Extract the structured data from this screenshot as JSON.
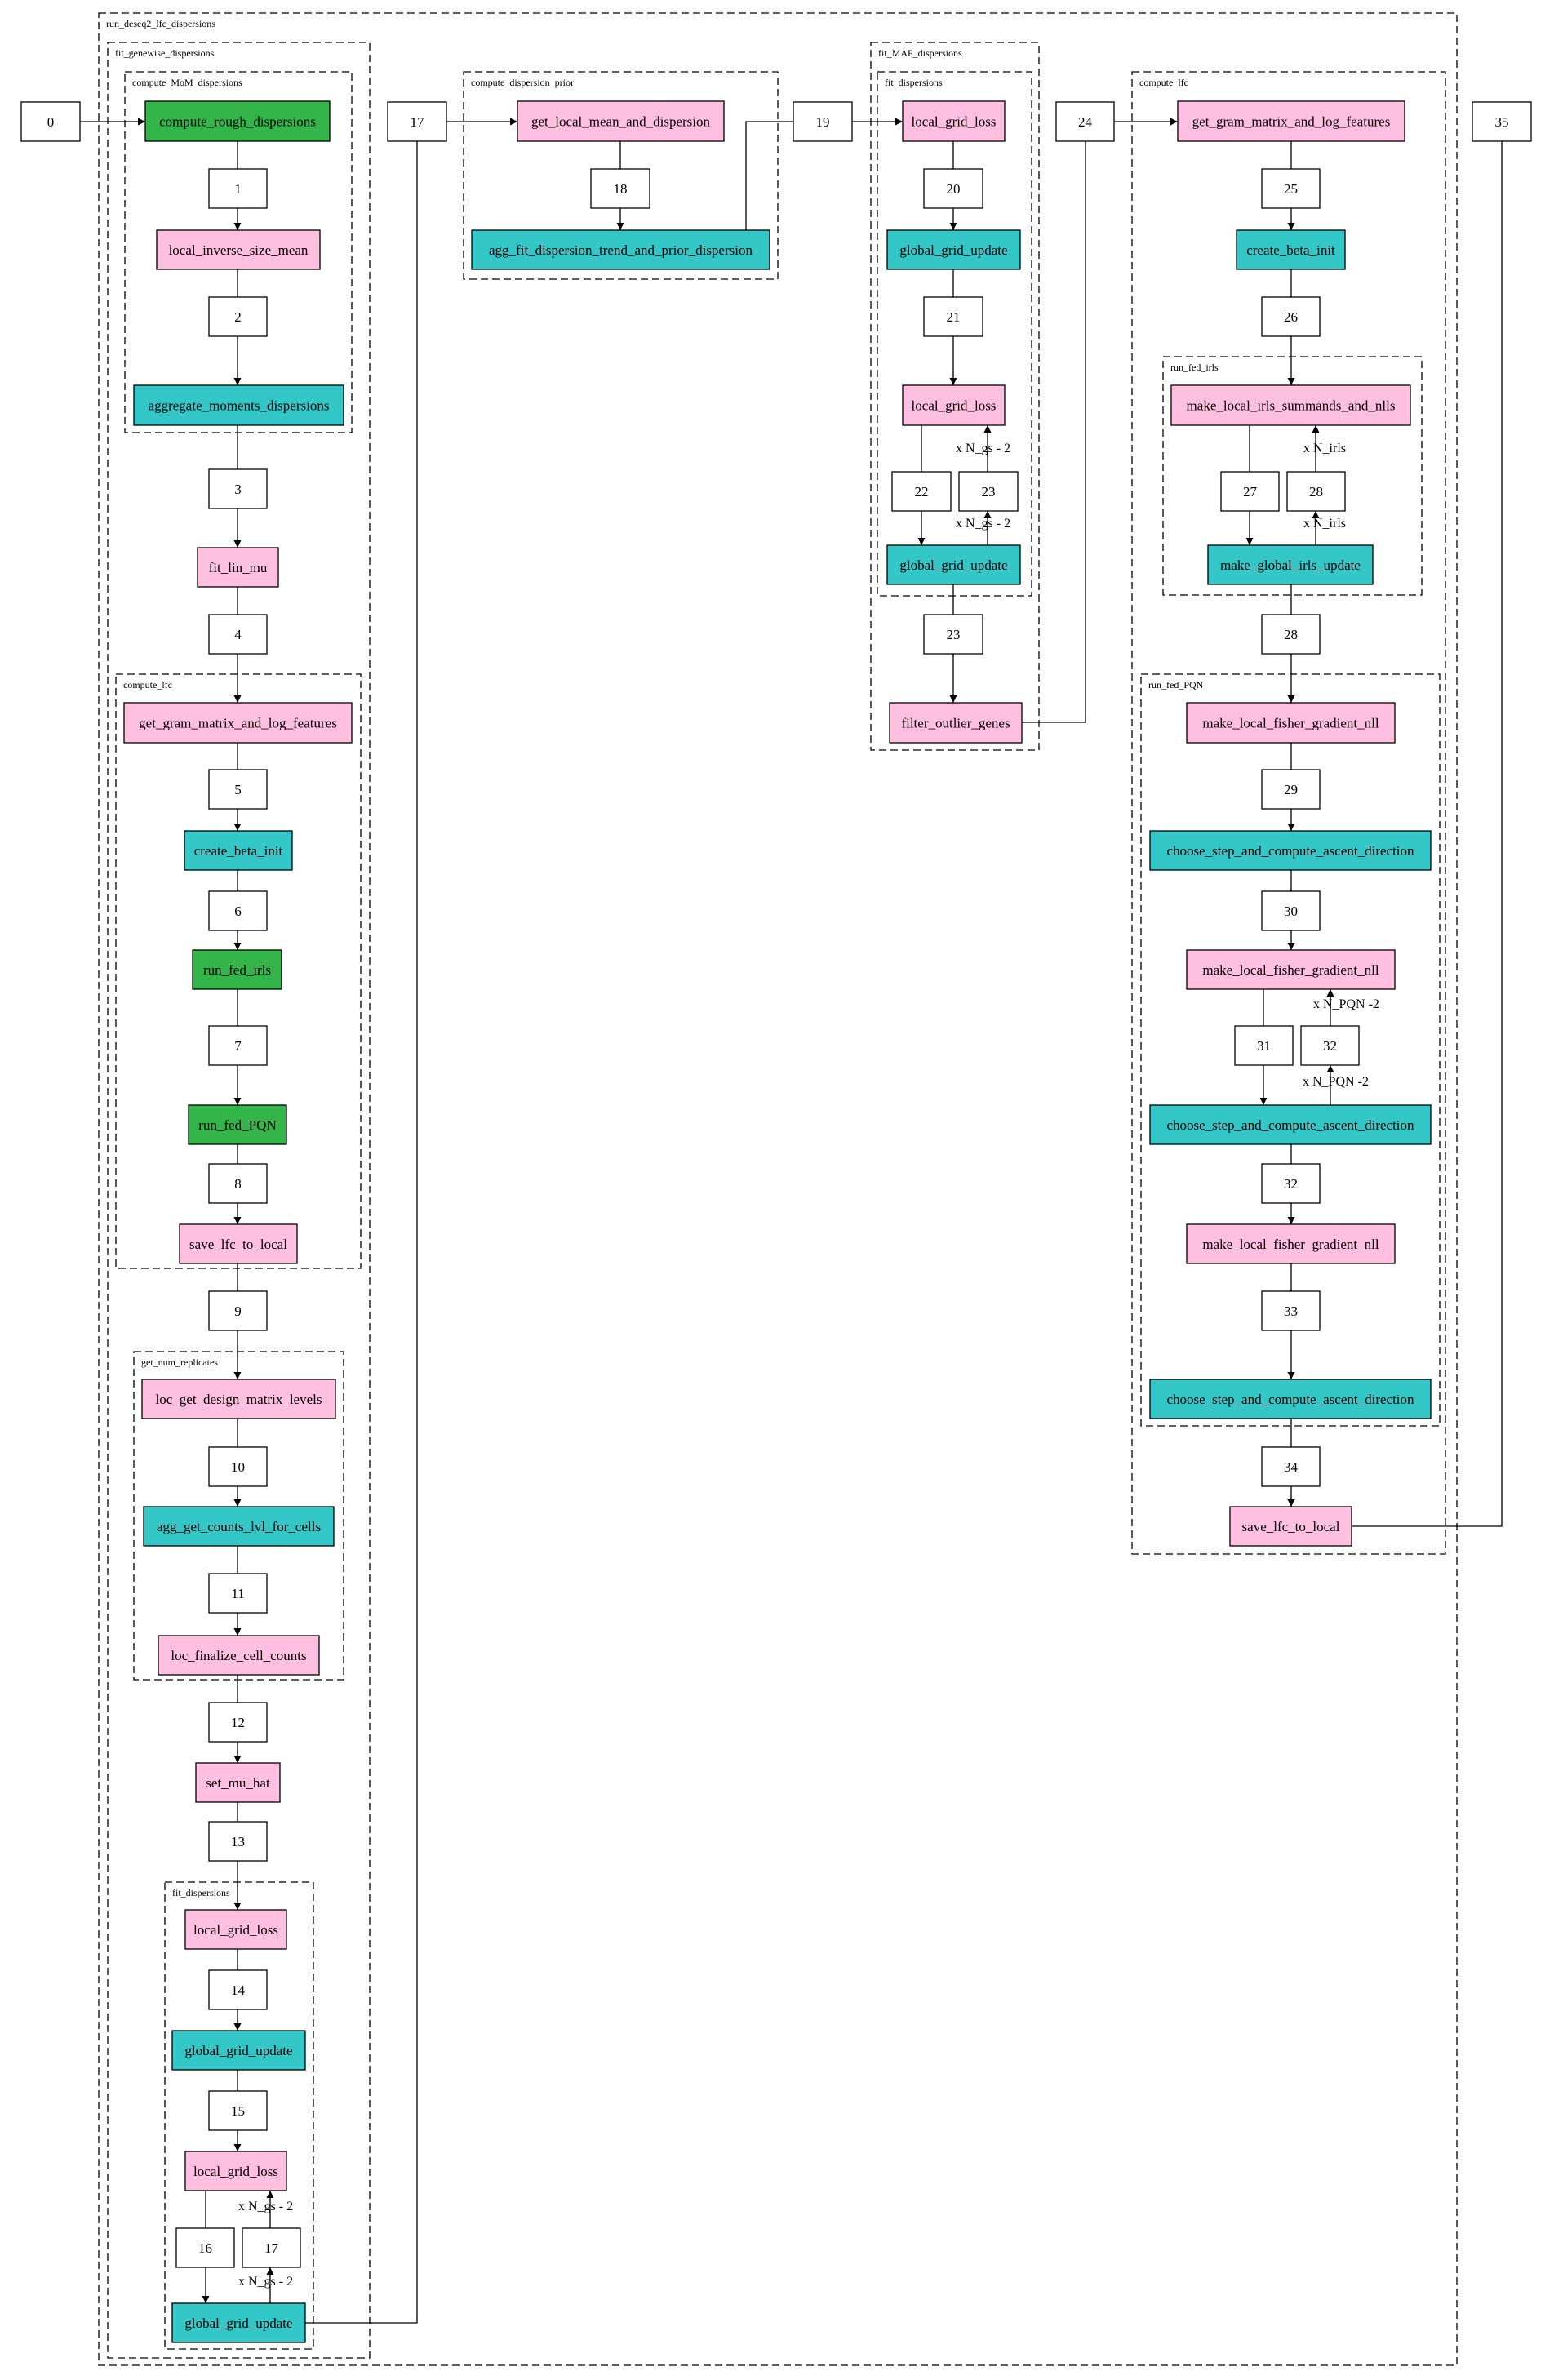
{
  "colors": {
    "pink": "#ffbfe0",
    "teal": "#33c7c7",
    "green": "#33b54a",
    "white": "#ffffff",
    "stroke": "#000000"
  },
  "clusters": [
    {
      "id": "run_deseq2",
      "label": "run_deseq2_lfc_dispersions"
    },
    {
      "id": "fit_gw",
      "label": "fit_genewise_dispersions"
    },
    {
      "id": "mom",
      "label": "compute_MoM_dispersions"
    },
    {
      "id": "lfc1",
      "label": "compute_lfc"
    },
    {
      "id": "rep",
      "label": "get_num_replicates"
    },
    {
      "id": "fd1",
      "label": "fit_dispersions"
    },
    {
      "id": "prior",
      "label": "compute_dispersion_prior"
    },
    {
      "id": "map",
      "label": "fit_MAP_dispersions"
    },
    {
      "id": "fd2",
      "label": "fit_dispersions"
    },
    {
      "id": "lfc2",
      "label": "compute_lfc"
    },
    {
      "id": "irls",
      "label": "run_fed_irls"
    },
    {
      "id": "pqn",
      "label": "run_fed_PQN"
    }
  ],
  "nodes": [
    {
      "id": "n0",
      "label": "0",
      "fill": "white"
    },
    {
      "id": "crd",
      "label": "compute_rough_dispersions",
      "fill": "green"
    },
    {
      "id": "n1",
      "label": "1",
      "fill": "white"
    },
    {
      "id": "lism",
      "label": "local_inverse_size_mean",
      "fill": "pink"
    },
    {
      "id": "n2",
      "label": "2",
      "fill": "white"
    },
    {
      "id": "amd",
      "label": "aggregate_moments_dispersions",
      "fill": "teal"
    },
    {
      "id": "n3",
      "label": "3",
      "fill": "white"
    },
    {
      "id": "flm",
      "label": "fit_lin_mu",
      "fill": "pink"
    },
    {
      "id": "n4",
      "label": "4",
      "fill": "white"
    },
    {
      "id": "gram1",
      "label": "get_gram_matrix_and_log_features",
      "fill": "pink"
    },
    {
      "id": "n5",
      "label": "5",
      "fill": "white"
    },
    {
      "id": "cbi1",
      "label": "create_beta_init",
      "fill": "teal"
    },
    {
      "id": "n6",
      "label": "6",
      "fill": "white"
    },
    {
      "id": "rfi",
      "label": "run_fed_irls",
      "fill": "green"
    },
    {
      "id": "n7",
      "label": "7",
      "fill": "white"
    },
    {
      "id": "rfp",
      "label": "run_fed_PQN",
      "fill": "green"
    },
    {
      "id": "n8",
      "label": "8",
      "fill": "white"
    },
    {
      "id": "slfc1",
      "label": "save_lfc_to_local",
      "fill": "pink"
    },
    {
      "id": "n9",
      "label": "9",
      "fill": "white"
    },
    {
      "id": "lgdml",
      "label": "loc_get_design_matrix_levels",
      "fill": "pink"
    },
    {
      "id": "n10",
      "label": "10",
      "fill": "white"
    },
    {
      "id": "agcl",
      "label": "agg_get_counts_lvl_for_cells",
      "fill": "teal"
    },
    {
      "id": "n11",
      "label": "11",
      "fill": "white"
    },
    {
      "id": "lfcc",
      "label": "loc_finalize_cell_counts",
      "fill": "pink"
    },
    {
      "id": "n12",
      "label": "12",
      "fill": "white"
    },
    {
      "id": "smh",
      "label": "set_mu_hat",
      "fill": "pink"
    },
    {
      "id": "n13",
      "label": "13",
      "fill": "white"
    },
    {
      "id": "lgl1",
      "label": "local_grid_loss",
      "fill": "pink"
    },
    {
      "id": "n14",
      "label": "14",
      "fill": "white"
    },
    {
      "id": "ggu1",
      "label": "global_grid_update",
      "fill": "teal"
    },
    {
      "id": "n15",
      "label": "15",
      "fill": "white"
    },
    {
      "id": "lgl2",
      "label": "local_grid_loss",
      "fill": "pink"
    },
    {
      "id": "n16",
      "label": "16",
      "fill": "white"
    },
    {
      "id": "n17a",
      "label": "17",
      "fill": "white"
    },
    {
      "id": "ggu2",
      "label": "global_grid_update",
      "fill": "teal"
    },
    {
      "id": "n17",
      "label": "17",
      "fill": "white"
    },
    {
      "id": "glmd",
      "label": "get_local_mean_and_dispersion",
      "fill": "pink"
    },
    {
      "id": "n18",
      "label": "18",
      "fill": "white"
    },
    {
      "id": "afdt",
      "label": "agg_fit_dispersion_trend_and_prior_dispersion",
      "fill": "teal"
    },
    {
      "id": "n19",
      "label": "19",
      "fill": "white"
    },
    {
      "id": "lgl3",
      "label": "local_grid_loss",
      "fill": "pink"
    },
    {
      "id": "n20",
      "label": "20",
      "fill": "white"
    },
    {
      "id": "ggu3",
      "label": "global_grid_update",
      "fill": "teal"
    },
    {
      "id": "n21",
      "label": "21",
      "fill": "white"
    },
    {
      "id": "lgl4",
      "label": "local_grid_loss",
      "fill": "pink"
    },
    {
      "id": "n22",
      "label": "22",
      "fill": "white"
    },
    {
      "id": "n23a",
      "label": "23",
      "fill": "white"
    },
    {
      "id": "ggu4",
      "label": "global_grid_update",
      "fill": "teal"
    },
    {
      "id": "n23",
      "label": "23",
      "fill": "white"
    },
    {
      "id": "fog",
      "label": "filter_outlier_genes",
      "fill": "pink"
    },
    {
      "id": "n24",
      "label": "24",
      "fill": "white"
    },
    {
      "id": "gram2",
      "label": "get_gram_matrix_and_log_features",
      "fill": "pink"
    },
    {
      "id": "n25",
      "label": "25",
      "fill": "white"
    },
    {
      "id": "cbi2",
      "label": "create_beta_init",
      "fill": "teal"
    },
    {
      "id": "n26",
      "label": "26",
      "fill": "white"
    },
    {
      "id": "mlis",
      "label": "make_local_irls_summands_and_nlls",
      "fill": "pink"
    },
    {
      "id": "n27",
      "label": "27",
      "fill": "white"
    },
    {
      "id": "n28a",
      "label": "28",
      "fill": "white"
    },
    {
      "id": "mgiu",
      "label": "make_global_irls_update",
      "fill": "teal"
    },
    {
      "id": "n28",
      "label": "28",
      "fill": "white"
    },
    {
      "id": "mlf1",
      "label": "make_local_fisher_gradient_nll",
      "fill": "pink"
    },
    {
      "id": "n29",
      "label": "29",
      "fill": "white"
    },
    {
      "id": "csc1",
      "label": "choose_step_and_compute_ascent_direction",
      "fill": "teal"
    },
    {
      "id": "n30",
      "label": "30",
      "fill": "white"
    },
    {
      "id": "mlf2",
      "label": "make_local_fisher_gradient_nll",
      "fill": "pink"
    },
    {
      "id": "n31",
      "label": "31",
      "fill": "white"
    },
    {
      "id": "n32a",
      "label": "32",
      "fill": "white"
    },
    {
      "id": "csc2",
      "label": "choose_step_and_compute_ascent_direction",
      "fill": "teal"
    },
    {
      "id": "n32",
      "label": "32",
      "fill": "white"
    },
    {
      "id": "mlf3",
      "label": "make_local_fisher_gradient_nll",
      "fill": "pink"
    },
    {
      "id": "n33",
      "label": "33",
      "fill": "white"
    },
    {
      "id": "csc3",
      "label": "choose_step_and_compute_ascent_direction",
      "fill": "teal"
    },
    {
      "id": "n34",
      "label": "34",
      "fill": "white"
    },
    {
      "id": "slfc2",
      "label": "save_lfc_to_local",
      "fill": "pink"
    },
    {
      "id": "n35",
      "label": "35",
      "fill": "white"
    }
  ],
  "loop_labels": [
    {
      "id": "loop1a",
      "text": "x N_gs - 2"
    },
    {
      "id": "loop1b",
      "text": "x N_gs - 2"
    },
    {
      "id": "loop2a",
      "text": "x N_gs - 2"
    },
    {
      "id": "loop2b",
      "text": "x N_gs - 2"
    },
    {
      "id": "loop3a",
      "text": "x N_irls"
    },
    {
      "id": "loop3b",
      "text": "x N_irls"
    },
    {
      "id": "loop4a",
      "text": "x N_PQN -2"
    },
    {
      "id": "loop4b",
      "text": "x N_PQN -2"
    }
  ]
}
